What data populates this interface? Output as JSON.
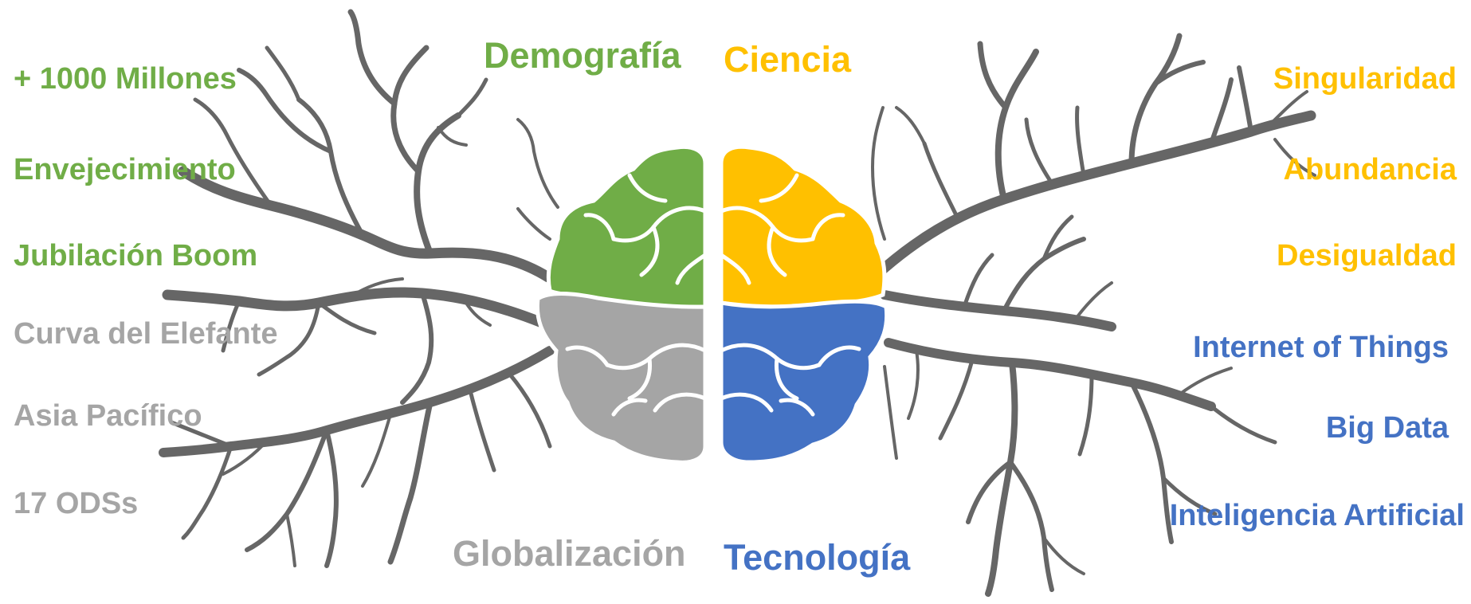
{
  "colors": {
    "demografia": "#70ad47",
    "ciencia": "#ffc000",
    "globalizacion": "#a5a5a5",
    "tecnologia": "#4472c4",
    "branches": "#666666"
  },
  "headings": {
    "demografia": "Demografía",
    "ciencia": "Ciencia",
    "globalizacion": "Globalización",
    "tecnologia": "Tecnología"
  },
  "left_items": {
    "green": [
      "+ 1000 Millones",
      "Envejecimiento",
      "Jubilación Boom"
    ],
    "gray": [
      "Curva del Elefante",
      "Asia Pacífico",
      "17 ODSs"
    ]
  },
  "right_items": {
    "yellow": [
      "Singularidad",
      "Abundancia",
      "Desigualdad"
    ],
    "blue": [
      "Internet of Things",
      "Big Data",
      "Inteligencia Artificial"
    ]
  }
}
